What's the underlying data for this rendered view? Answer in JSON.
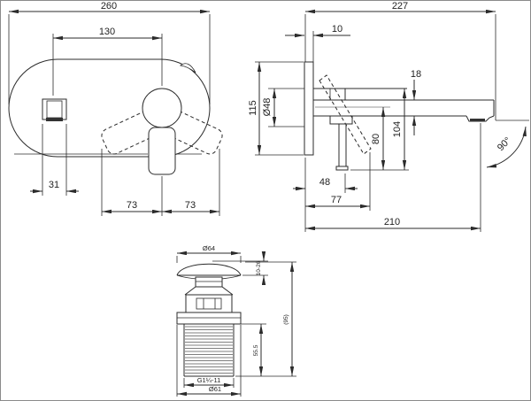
{
  "drawing": {
    "type": "technical-dimension-drawing",
    "subject": "wall-mounted basin mixer faucet with pop-up drain",
    "colors": {
      "line": "#2b2b2b",
      "centerline": "#999999",
      "background": "#ffffff"
    },
    "front": {
      "overall_width": "260",
      "center_spacing": "130",
      "spout_width": "31",
      "swing_left": "73",
      "swing_right": "73"
    },
    "side": {
      "plate_height": "115",
      "overall_depth": "227",
      "plate_thickness": "10",
      "body_diameter": "Ø48",
      "spout_thickness": "18",
      "top_to_handle": "104",
      "center_to_handle": "80",
      "handle_offset": "48",
      "handle_reach": "77",
      "spout_reach": "210",
      "handle_rotation": "90°"
    },
    "drain": {
      "cap_diameter": "Ø64",
      "cap_travel": "10-26",
      "overall_height": "(95)",
      "thread_length": "55.5",
      "thread_spec": "G1¼-11",
      "body_diameter": "Ø61"
    }
  }
}
